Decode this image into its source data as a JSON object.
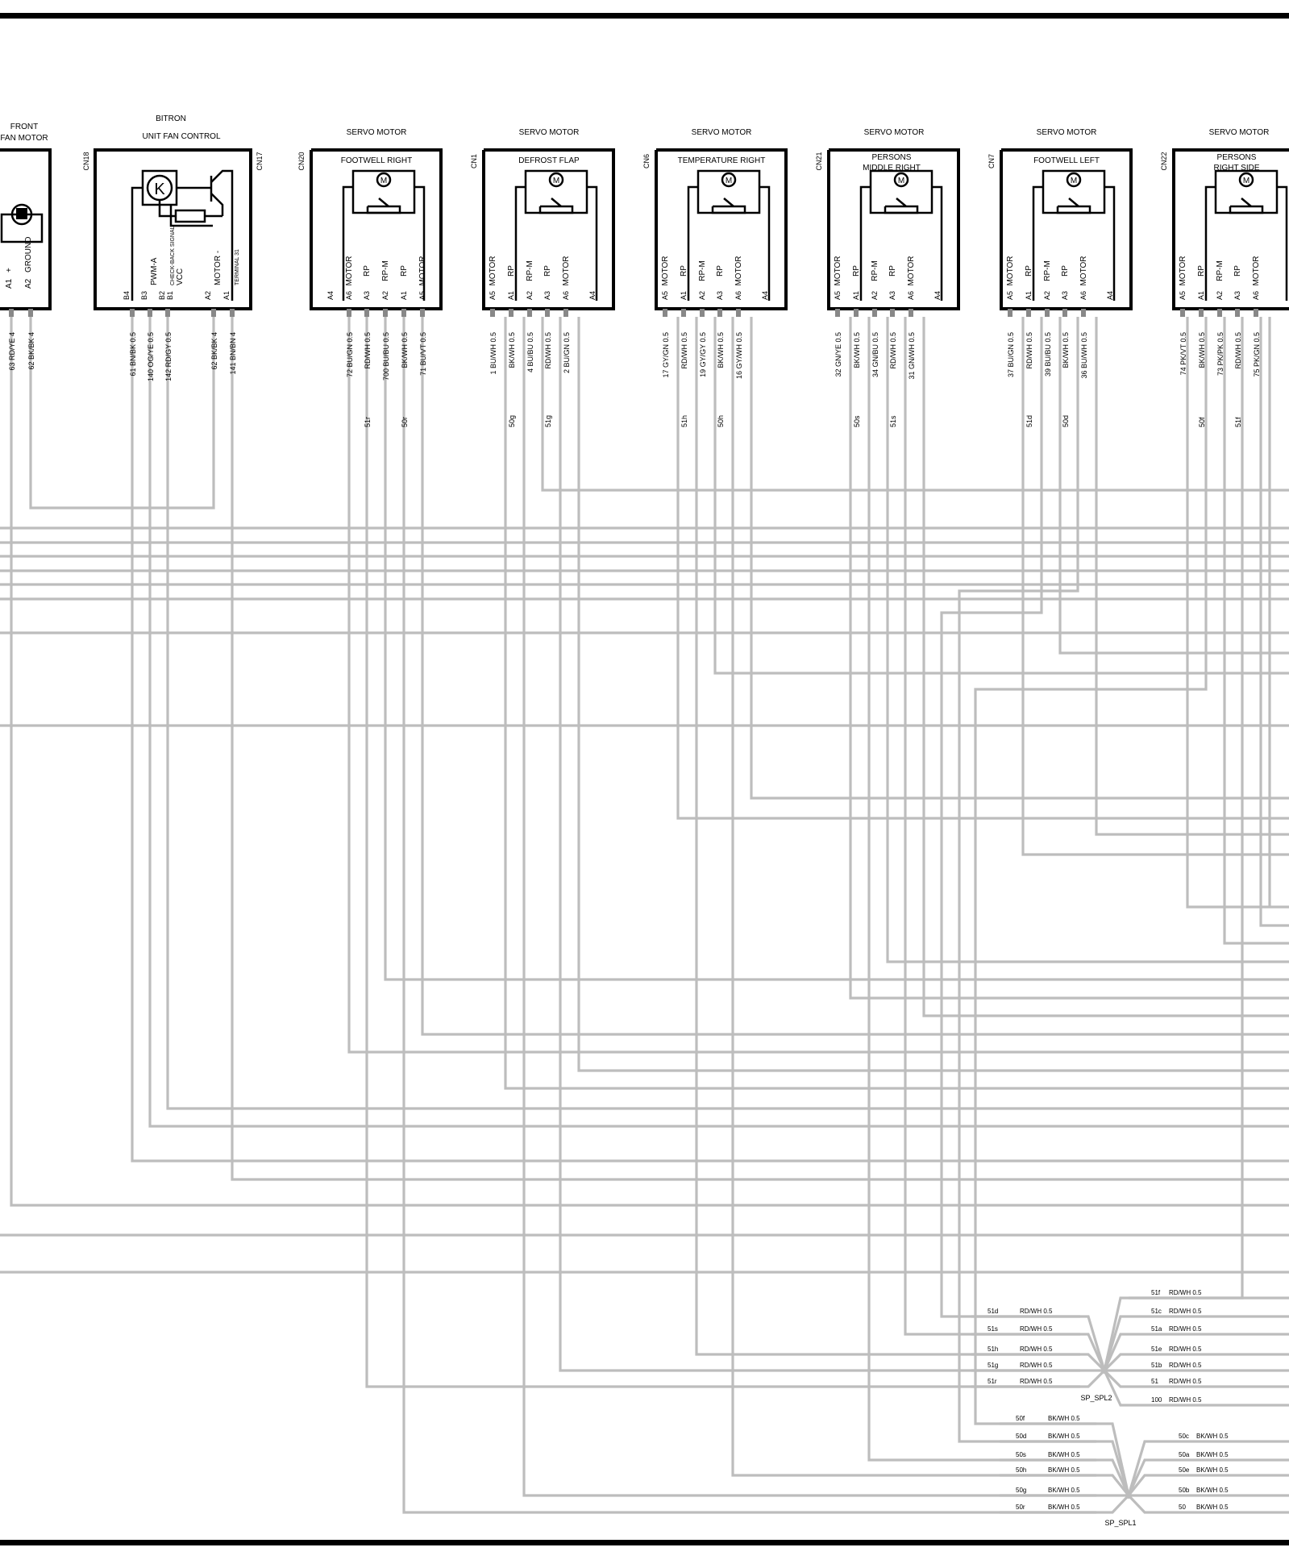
{
  "diagram": {
    "fan_motor": {
      "title_lines": [
        "FRONT",
        "FAN MOTOR"
      ],
      "pins": [
        {
          "pin": "A1",
          "func": "+",
          "wire": "63 RD/YE 4"
        },
        {
          "pin": "A2",
          "func": "GROUND",
          "wire": "62 BK/BK 4"
        }
      ]
    },
    "fan_control": {
      "maker": "BITRON",
      "title": "UNIT FAN CONTROL",
      "left_id": "CN18",
      "right_id": "CN17",
      "pins": [
        {
          "pin": "B4",
          "func": "",
          "wire": "61 BN/BK 0.5"
        },
        {
          "pin": "B3",
          "func": "PWM-A",
          "wire": "140 OG/YE 0.5"
        },
        {
          "pin": "B2",
          "func": "CHECK-BACK SIGNAL",
          "wire": "142 RD/GY 0.5"
        },
        {
          "pin": "B1",
          "func": "VCC",
          "wire": ""
        },
        {
          "pin": "A2",
          "func": "MOTOR -",
          "wire": "62 BK/BK 4"
        },
        {
          "pin": "A1",
          "func": "TERMINAL 31",
          "wire": "141 BN/BN 4"
        }
      ]
    },
    "servos": [
      {
        "id": "CN20",
        "header": "SERVO MOTOR",
        "label_lines": [
          "FOOTWELL RIGHT"
        ],
        "pins": [
          {
            "pin": "A4",
            "func": "",
            "wire": "",
            "tag": ""
          },
          {
            "pin": "A6",
            "func": "MOTOR",
            "wire": "72 BU/GN 0.5",
            "tag": ""
          },
          {
            "pin": "A3",
            "func": "RP",
            "wire": "RD/WH 0.5",
            "tag": "51r"
          },
          {
            "pin": "A2",
            "func": "RP-M",
            "wire": "700 BU/BU 0.5",
            "tag": ""
          },
          {
            "pin": "A1",
            "func": "RP",
            "wire": "BK/WH 0.5",
            "tag": "50r"
          },
          {
            "pin": "A5",
            "func": "MOTOR",
            "wire": "71 BU/VT 0.5",
            "tag": ""
          }
        ]
      },
      {
        "id": "CN1",
        "header": "SERVO MOTOR",
        "label_lines": [
          "DEFROST   FLAP"
        ],
        "pins": [
          {
            "pin": "A5",
            "func": "MOTOR",
            "wire": "1 BU/WH 0.5",
            "tag": ""
          },
          {
            "pin": "A1",
            "func": "RP",
            "wire": "BK/WH 0.5",
            "tag": "50g"
          },
          {
            "pin": "A2",
            "func": "RP-M",
            "wire": "4 BU/BU 0.5",
            "tag": ""
          },
          {
            "pin": "A3",
            "func": "RP",
            "wire": "RD/WH 0.5",
            "tag": "51g"
          },
          {
            "pin": "A6",
            "func": "MOTOR",
            "wire": "2 BU/GN 0.5",
            "tag": ""
          },
          {
            "pin": "A4",
            "func": "",
            "wire": "",
            "tag": ""
          }
        ]
      },
      {
        "id": "CN6",
        "header": "SERVO MOTOR",
        "label_lines": [
          "TEMPERATURE RIGHT"
        ],
        "pins": [
          {
            "pin": "A5",
            "func": "MOTOR",
            "wire": "17 GY/GN 0.5",
            "tag": ""
          },
          {
            "pin": "A1",
            "func": "RP",
            "wire": "RD/WH 0.5",
            "tag": "51h"
          },
          {
            "pin": "A2",
            "func": "RP-M",
            "wire": "19 GY/GY 0.5",
            "tag": ""
          },
          {
            "pin": "A3",
            "func": "RP",
            "wire": "BK/WH 0.5",
            "tag": "50h"
          },
          {
            "pin": "A6",
            "func": "MOTOR",
            "wire": "16 GY/WH 0.5",
            "tag": ""
          },
          {
            "pin": "A4",
            "func": "",
            "wire": "",
            "tag": ""
          }
        ]
      },
      {
        "id": "CN21",
        "header": "SERVO MOTOR",
        "label_lines": [
          "PERSONS",
          "MIDDLE  RIGHT"
        ],
        "pins": [
          {
            "pin": "A5",
            "func": "MOTOR",
            "wire": "32 GN/YE 0.5",
            "tag": ""
          },
          {
            "pin": "A1",
            "func": "RP",
            "wire": "BK/WH 0.5",
            "tag": "50s"
          },
          {
            "pin": "A2",
            "func": "RP-M",
            "wire": "34 GN/BU 0.5",
            "tag": ""
          },
          {
            "pin": "A3",
            "func": "RP",
            "wire": "RD/WH 0.5",
            "tag": "51s"
          },
          {
            "pin": "A6",
            "func": "MOTOR",
            "wire": "31 GN/WH 0.5",
            "tag": ""
          },
          {
            "pin": "A4",
            "func": "",
            "wire": "",
            "tag": ""
          }
        ]
      },
      {
        "id": "CN7",
        "header": "SERVO MOTOR",
        "label_lines": [
          "FOOTWELL LEFT"
        ],
        "pins": [
          {
            "pin": "A5",
            "func": "MOTOR",
            "wire": "37 BU/GN 0.5",
            "tag": ""
          },
          {
            "pin": "A1",
            "func": "RP",
            "wire": "RD/WH 0.5",
            "tag": "51d"
          },
          {
            "pin": "A2",
            "func": "RP-M",
            "wire": "39 BU/BU 0.5",
            "tag": ""
          },
          {
            "pin": "A3",
            "func": "RP",
            "wire": "BK/WH 0.5",
            "tag": "50d"
          },
          {
            "pin": "A6",
            "func": "MOTOR",
            "wire": "36 BU/WH 0.5",
            "tag": ""
          },
          {
            "pin": "A4",
            "func": "",
            "wire": "",
            "tag": ""
          }
        ]
      },
      {
        "id": "CN22",
        "header": "SERVO MOTOR",
        "label_lines": [
          "PERSONS",
          "RIGHT SIDE"
        ],
        "pins": [
          {
            "pin": "A5",
            "func": "MOTOR",
            "wire": "74 PK/VT 0.5",
            "tag": ""
          },
          {
            "pin": "A1",
            "func": "RP",
            "wire": "BK/WH 0.5",
            "tag": "50f"
          },
          {
            "pin": "A2",
            "func": "RP-M",
            "wire": "73 PK/PK 0.5",
            "tag": ""
          },
          {
            "pin": "A3",
            "func": "RP",
            "wire": "RD/WH 0.5",
            "tag": "51f"
          },
          {
            "pin": "A6",
            "func": "MOTOR",
            "wire": "75 PK/GN 0.5",
            "tag": ""
          }
        ]
      }
    ],
    "splices": [
      {
        "name": "SP_SPL2",
        "left": [
          {
            "tag": "51d",
            "wire": "RD/WH 0.5"
          },
          {
            "tag": "51s",
            "wire": "RD/WH 0.5"
          },
          {
            "tag": "51h",
            "wire": "RD/WH 0.5"
          },
          {
            "tag": "51g",
            "wire": "RD/WH 0.5"
          },
          {
            "tag": "51r",
            "wire": "RD/WH 0.5"
          }
        ],
        "right": [
          {
            "tag": "51f",
            "wire": "RD/WH 0.5"
          },
          {
            "tag": "51c",
            "wire": "RD/WH 0.5"
          },
          {
            "tag": "51a",
            "wire": "RD/WH 0.5"
          },
          {
            "tag": "51e",
            "wire": "RD/WH 0.5"
          },
          {
            "tag": "51b",
            "wire": "RD/WH 0.5"
          },
          {
            "tag": "51",
            "wire": "RD/WH 0.5"
          },
          {
            "tag": "100",
            "wire": "RD/WH 0.5"
          }
        ]
      },
      {
        "name": "SP_SPL1",
        "left": [
          {
            "tag": "50f",
            "wire": "BK/WH 0.5"
          },
          {
            "tag": "50d",
            "wire": "BK/WH 0.5"
          },
          {
            "tag": "50s",
            "wire": "BK/WH 0.5"
          },
          {
            "tag": "50h",
            "wire": "BK/WH 0.5"
          },
          {
            "tag": "50g",
            "wire": "BK/WH 0.5"
          },
          {
            "tag": "50r",
            "wire": "BK/WH 0.5"
          }
        ],
        "right": [
          {
            "tag": "50c",
            "wire": "BK/WH 0.5"
          },
          {
            "tag": "50a",
            "wire": "BK/WH 0.5"
          },
          {
            "tag": "50e",
            "wire": "BK/WH 0.5"
          },
          {
            "tag": "50b",
            "wire": "BK/WH 0.5"
          },
          {
            "tag": "50",
            "wire": "BK/WH 0.5"
          }
        ]
      }
    ]
  }
}
